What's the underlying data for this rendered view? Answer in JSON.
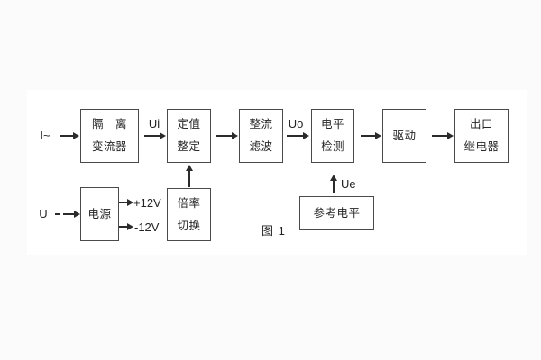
{
  "figure": {
    "caption": "图 1"
  },
  "colors": {
    "background": "#fbfbfb",
    "panel": "#ffffff",
    "line": "#4a4a4a",
    "arrow": "#2b2b2b",
    "text": "#262626"
  },
  "blocks": {
    "isolation_transformer": {
      "line1": "隔　离",
      "line2": "变流器"
    },
    "setting_adjust": {
      "line1": "定值",
      "line2": "整定"
    },
    "rectifier_filter": {
      "line1": "整流",
      "line2": "滤波"
    },
    "level_detector": {
      "line1": "电平",
      "line2": "检测"
    },
    "driver": {
      "line1": "驱动"
    },
    "output_relay": {
      "line1": "出口",
      "line2": "继电器"
    },
    "power_supply": {
      "line1": "电源"
    },
    "ratio_switch": {
      "line1": "倍率",
      "line2": "切换"
    },
    "reference_level": {
      "line1": "参考电平"
    }
  },
  "signals": {
    "input_current": "I~",
    "input_voltage": "U",
    "ui": "Ui",
    "uo": "Uo",
    "ue": "Ue",
    "plus_12v": "+12V",
    "minus_12v": "-12V"
  }
}
